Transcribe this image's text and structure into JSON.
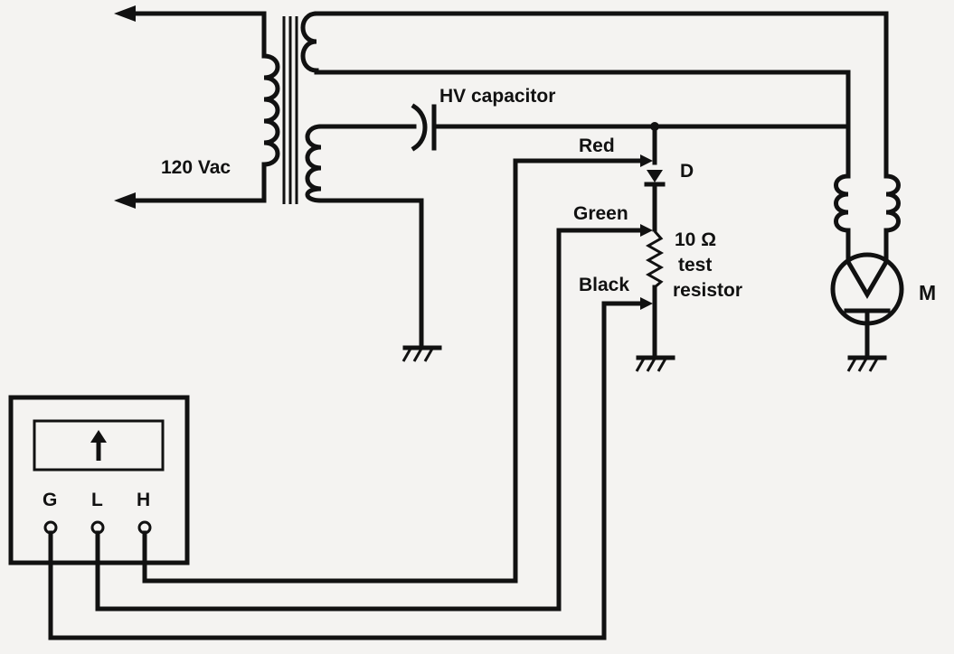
{
  "labels": {
    "source": "120 Vac",
    "capacitor": "HV capacitor",
    "red": "Red",
    "green": "Green",
    "black": "Black",
    "diode": "D",
    "resistor_line1": "10 Ω",
    "resistor_line2": "test",
    "resistor_line3": "resistor",
    "magnetron": "M",
    "meter_terminal_g": "G",
    "meter_terminal_l": "L",
    "meter_terminal_h": "H"
  }
}
